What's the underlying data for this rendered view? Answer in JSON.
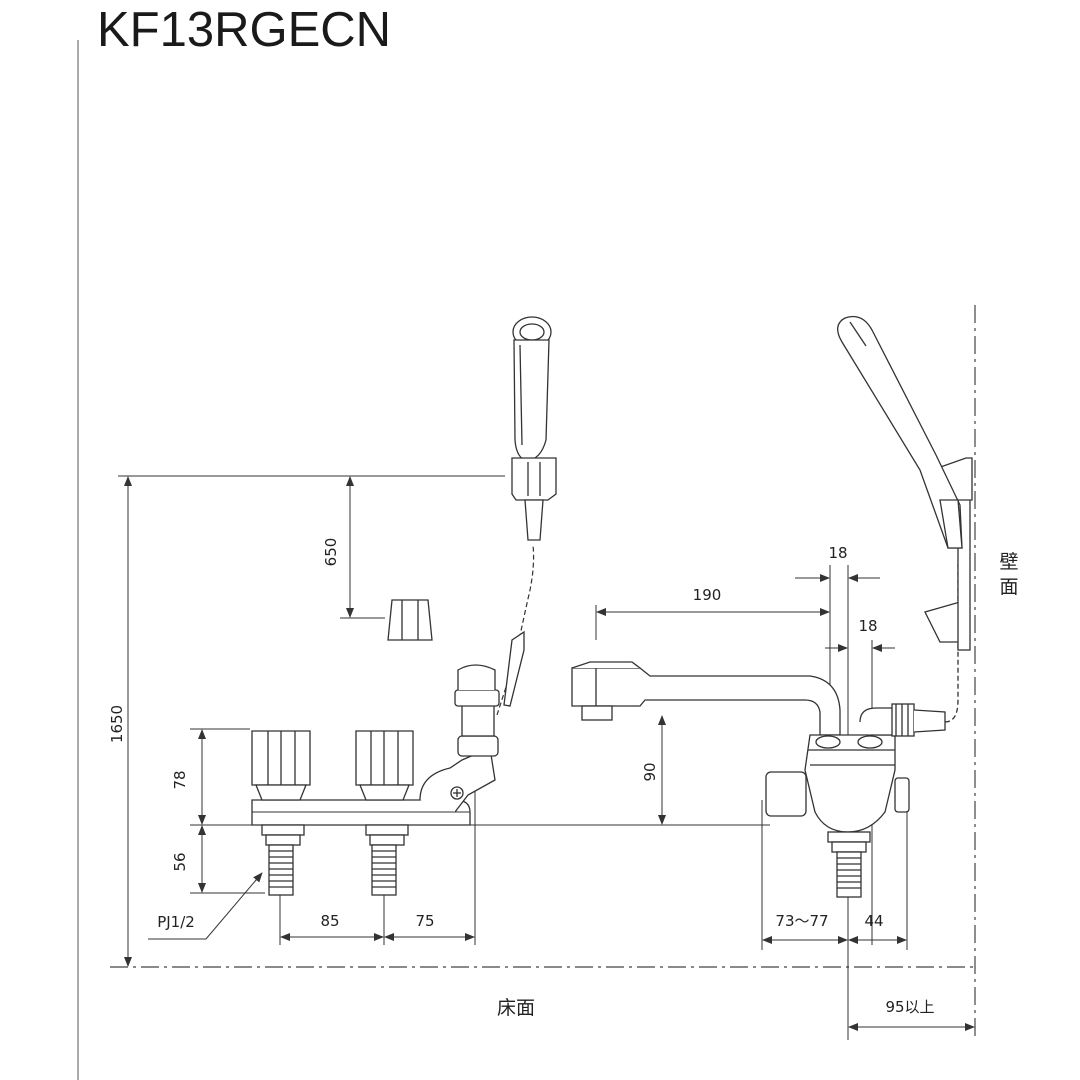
{
  "title": "KF13RGECN",
  "labels": {
    "floor": "床面",
    "wall_1": "壁",
    "wall_2": "面",
    "pipe_thread": "PJ1/2"
  },
  "dimensions": {
    "overall_height": "1650",
    "hanger_offset": "650",
    "handle_height": "78",
    "base_to_thread": "56",
    "spacing_left": "85",
    "spacing_right": "75",
    "spout_reach": "190",
    "top_offset_1": "18",
    "top_offset_2": "18",
    "spout_height": "90",
    "wall_range": "73〜77",
    "wall_body": "44",
    "wall_clearance": "95以上"
  }
}
